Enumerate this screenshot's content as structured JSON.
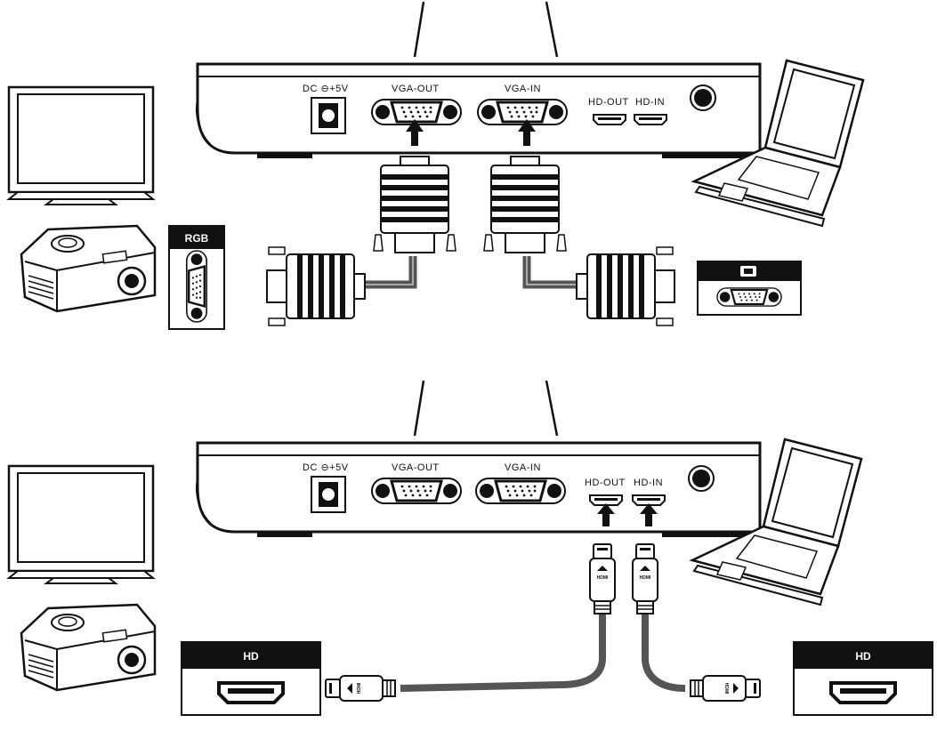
{
  "device_ports": {
    "dc": "DC ⊖+5V",
    "vga_out": "VGA-OUT",
    "vga_in": "VGA-IN",
    "hd_out": "HD-OUT",
    "hd_in": "HD-IN"
  },
  "badges": {
    "rgb": "RGB",
    "hd_left": "HD",
    "hd_right": "HD"
  },
  "cable_logo": "HDMI"
}
